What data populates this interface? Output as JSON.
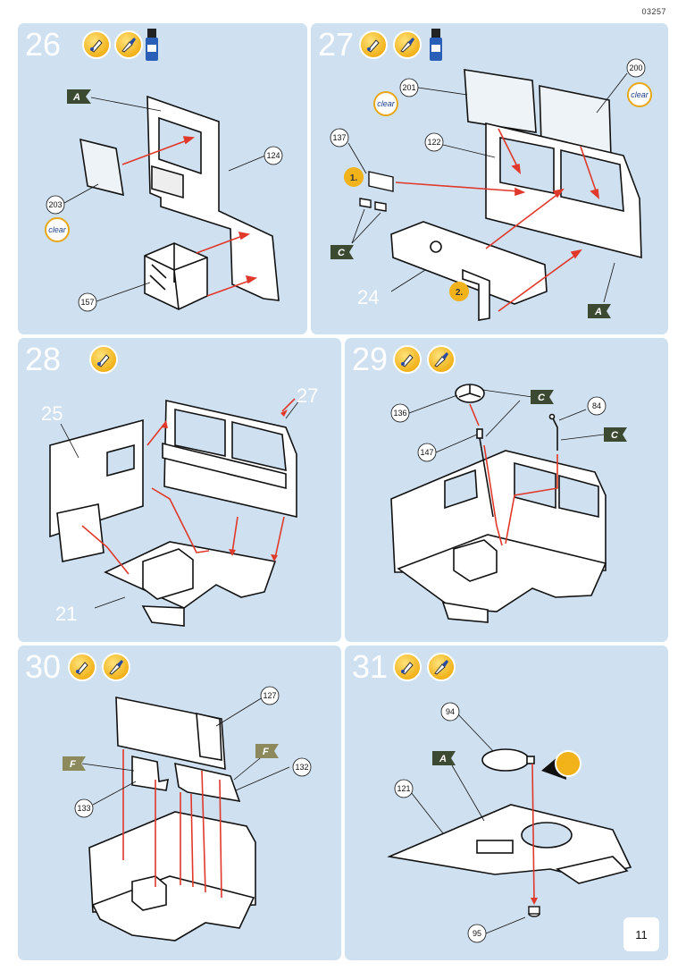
{
  "doc_number": "03257",
  "page_number": "11",
  "steps": [
    {
      "number": "26",
      "icons": [
        "glue-icon",
        "paint-icon",
        "clear-paint-bottle-icon"
      ],
      "callouts": [
        "124",
        "203",
        "157"
      ],
      "flags": [
        "A"
      ],
      "clear_label": "clear"
    },
    {
      "number": "27",
      "icons": [
        "glue-icon",
        "paint-icon",
        "clear-paint-bottle-icon"
      ],
      "callouts": [
        "200",
        "201",
        "137",
        "122"
      ],
      "flags": [
        "C",
        "A"
      ],
      "clear_label": "clear",
      "sub_steps": [
        "1.",
        "2."
      ],
      "part_numbers": [
        "24"
      ]
    },
    {
      "number": "28",
      "icons": [
        "glue-icon"
      ],
      "part_numbers": [
        "25",
        "27",
        "21"
      ]
    },
    {
      "number": "29",
      "icons": [
        "glue-icon",
        "paint-icon"
      ],
      "callouts": [
        "136",
        "84",
        "147"
      ],
      "flags": [
        "C",
        "C"
      ]
    },
    {
      "number": "30",
      "icons": [
        "glue-icon",
        "paint-icon"
      ],
      "callouts": [
        "127",
        "132",
        "133"
      ],
      "flags": [
        "F",
        "F"
      ]
    },
    {
      "number": "31",
      "icons": [
        "glue-icon",
        "paint-icon"
      ],
      "callouts": [
        "94",
        "121",
        "95"
      ],
      "flags": [
        "A"
      ]
    }
  ],
  "colors": {
    "panel_bg": "#cfe0f0",
    "arrow_red": "#e0392b",
    "flag_dark": "#3c4a32",
    "icon_yellow": "#f2b21a"
  }
}
